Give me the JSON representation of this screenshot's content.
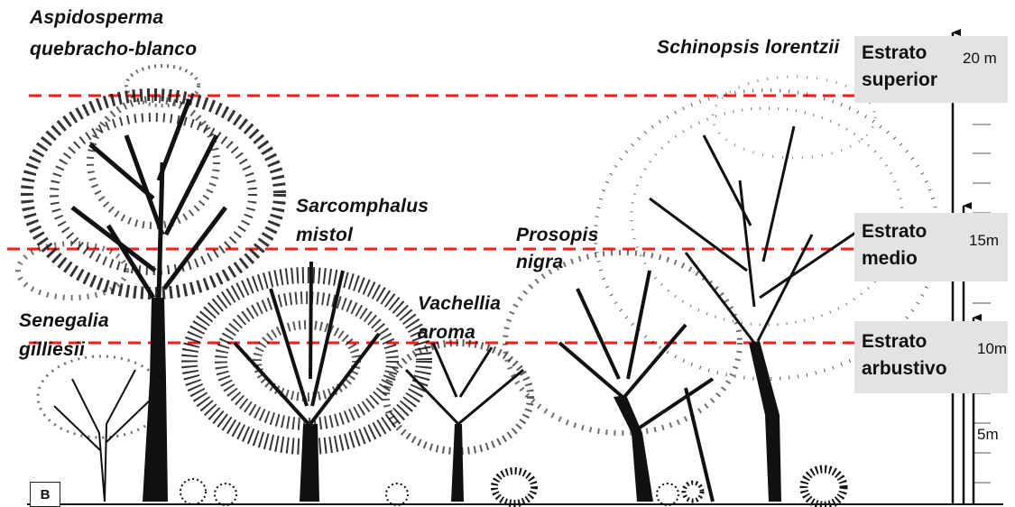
{
  "panel_label": "B",
  "species": {
    "aspidosperma": {
      "line1": "Aspidosperma",
      "line2": "quebracho-blanco"
    },
    "schinopsis": {
      "line1": "Schinopsis lorentzii"
    },
    "sarcomphalus": {
      "line1": "Sarcomphalus",
      "line2": "mistol"
    },
    "prosopis": {
      "line1": "Prosopis",
      "line2": "nigra"
    },
    "vachellia": {
      "line1": "Vachellia",
      "line2": "aroma"
    },
    "senegalia": {
      "line1": "Senegalia",
      "line2": "gilliesii"
    }
  },
  "strata": {
    "superior": {
      "line1": "Estrato",
      "line2": "superior"
    },
    "medio": {
      "line1": "Estrato",
      "line2": "medio"
    },
    "arbustivo": {
      "line1": "Estrato",
      "line2": "arbustivo"
    }
  },
  "height_labels": {
    "m20": "20 m",
    "m15": "15m",
    "m10": "10m",
    "m5": "5m"
  },
  "colors": {
    "stratum_line": "#ff1a1a",
    "stratum_box": "#e3e3e3",
    "tree": "#111111"
  }
}
